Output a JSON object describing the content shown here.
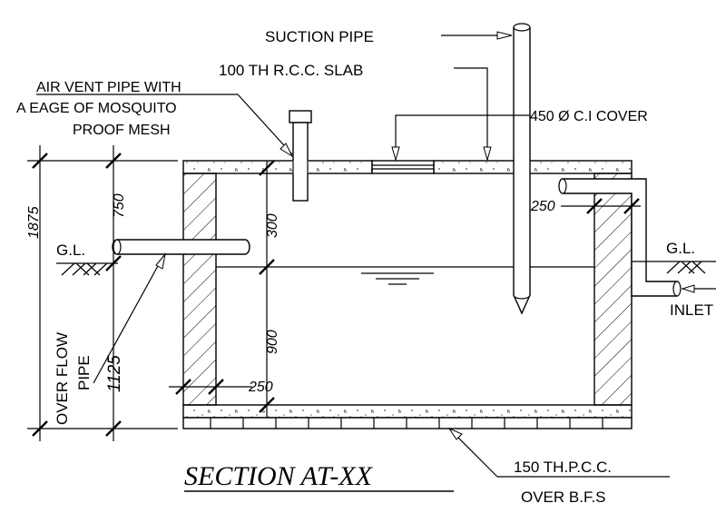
{
  "labels": {
    "suction_pipe": "SUCTION PIPE",
    "rcc_slab": "100 TH R.C.C. SLAB",
    "air_vent_line1": "AIR VENT PIPE WITH",
    "air_vent_line2": "A EAGE OF MOSQUITO",
    "air_vent_line3": "PROOF MESH",
    "ci_cover": "450 Ø C.I  COVER",
    "gl_left": "G.L.",
    "gl_right": "G.L.",
    "inlet": "INLET",
    "overflow_line1": "OVER FLOW",
    "overflow_line2": "PIPE",
    "pcc_line1": "150 TH.P.C.C.",
    "pcc_line2": "OVER  B.F.S"
  },
  "dimensions": {
    "total_height": "1875",
    "top_to_gl": "750",
    "gl_to_base": "1125",
    "freeboard": "300",
    "water_depth": "900",
    "wall_thickness_left": "250",
    "wall_thickness_right": "250"
  },
  "title": "SECTION AT-XX"
}
